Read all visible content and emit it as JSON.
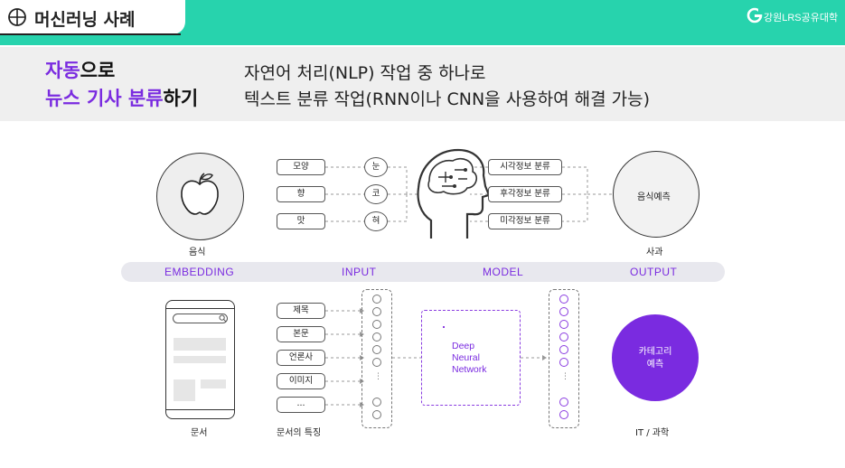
{
  "header": {
    "title": "머신러닝 사례",
    "logo_text": "강원LRS공유대학",
    "accent_color": "#27d3ad"
  },
  "heading": {
    "line1_highlight": "자동",
    "line1_rest": "으로",
    "line2_highlight": "뉴스 기사 분류",
    "line2_rest": "하기",
    "highlight_color": "#7a2be0"
  },
  "description": {
    "line1": "자연어 처리(NLP) 작업 중 하나로",
    "line2": "텍스트 분류 작업(RNN이나 CNN을 사용하여 해결 가능)"
  },
  "top_diagram": {
    "embedding_label": "음식",
    "embedding_icon": "apple-icon",
    "features": [
      "모양",
      "향",
      "맛"
    ],
    "senses": [
      "눈",
      "코",
      "혀"
    ],
    "model_icon": "brain-head-icon",
    "classifications": [
      "시각정보 분류",
      "후각정보 분류",
      "미각정보 분류"
    ],
    "output_circle": "음식예측",
    "output_label": "사과"
  },
  "stages": [
    "EMBEDDING",
    "INPUT",
    "MODEL",
    "OUTPUT"
  ],
  "bottom_diagram": {
    "embedding_label": "문서",
    "features": [
      "제목",
      "본문",
      "언론사",
      "이미지",
      "..."
    ],
    "features_label": "문서의 특징",
    "model_line1": "Deep",
    "model_line2": "Neural",
    "model_line3": "Network",
    "output_line1": "카테고리",
    "output_line2": "예측",
    "output_label": "IT / 과학",
    "ellipsis": "⋮"
  }
}
